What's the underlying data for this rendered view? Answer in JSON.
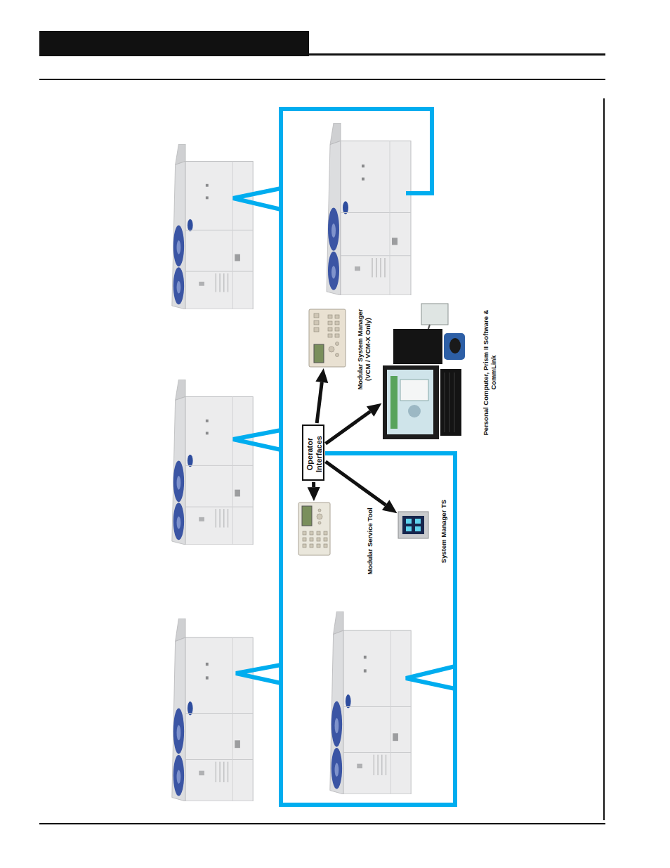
{
  "diagram": {
    "nodes": [
      {
        "text": [
          "Operator Interfaces"
        ]
      },
      {
        "text": [
          "Modular System Manager (VCM / VCM-X Only)"
        ]
      },
      {
        "text": [
          "Personal Computer, Prism II Software & CommLink"
        ]
      },
      {
        "text": [
          "Modular Service Tool"
        ]
      },
      {
        "text": [
          "System Manager TS"
        ]
      }
    ],
    "edges": [
      {
        "from": 0,
        "to": 1,
        "arrow": "to"
      },
      {
        "from": 0,
        "to": 2,
        "arrow": "to"
      },
      {
        "from": 0,
        "to": 3,
        "arrow": "to"
      },
      {
        "from": 0,
        "to": 4,
        "arrow": "to"
      }
    ]
  }
}
